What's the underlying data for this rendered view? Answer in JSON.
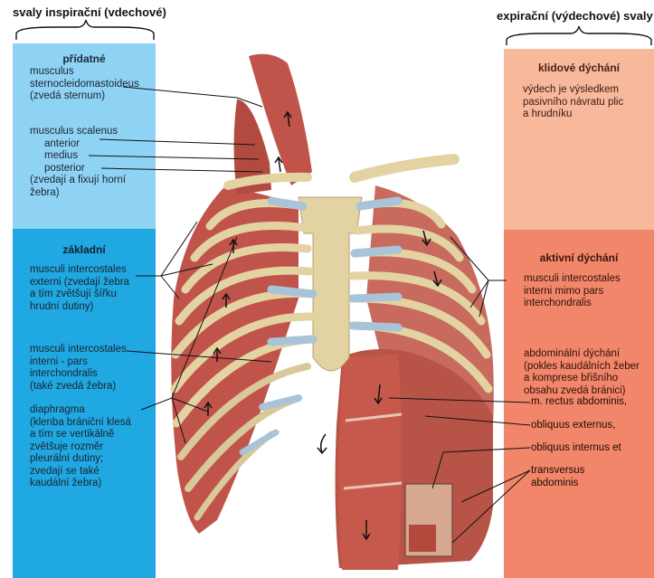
{
  "headers": {
    "left": "svaly inspirační (vdechové)",
    "right": "expirační (výdechové) svaly"
  },
  "left_panel": {
    "section1_title": "přídatné",
    "scm": [
      "musculus",
      "sternocleidomastoideus",
      "(zvedá sternum)"
    ],
    "scalenus": {
      "main": "musculus scalenus",
      "parts": [
        "anterior",
        "medius",
        "posterior"
      ],
      "note": [
        "(zvedají a fixují horní",
        "žebra)"
      ]
    },
    "section2_title": "základní",
    "ext": [
      "musculi intercostales",
      "externi (zvedají žebra",
      "a tím zvětšují šířku",
      "hrudní dutiny)"
    ],
    "int": [
      "musculi intercostales",
      "interni - pars",
      "interchondralis",
      "(také zvedá žebra)"
    ],
    "dia": [
      "diaphragma",
      "(klenba brániční klesá",
      "a tím se vertikálně",
      "zvětšuje rozměr",
      "pleurální dutiny;",
      "zvedají se také",
      "kaudální žebra)"
    ]
  },
  "right_panel": {
    "section1_title": "klidové dýchání",
    "rest": [
      "výdech je výsledkem",
      "pasivního návratu plic",
      "a hrudníku"
    ],
    "section2_title": "aktivní dýchání",
    "active": [
      "musculi intercostales",
      "interni mimo pars",
      "interchondralis"
    ],
    "abd": [
      "abdominální dýchání",
      "(pokles kaudálních žeber",
      "a komprese břišního",
      "obsahu zvedá bránici)"
    ],
    "rectus": "m. rectus abdominis,",
    "obl_ext": "obliquus externus,",
    "obl_int": "obliquus internus et",
    "transv": [
      "transversus",
      "abdominis"
    ]
  },
  "colors": {
    "left_light": "#8fd3f4",
    "left_dark": "#1fa8e2",
    "right_light": "#f8b89c",
    "right_dark": "#f2866a",
    "muscle": "#c0544a",
    "bone": "#e3d3a2",
    "cartilage": "#a9c3d8"
  }
}
